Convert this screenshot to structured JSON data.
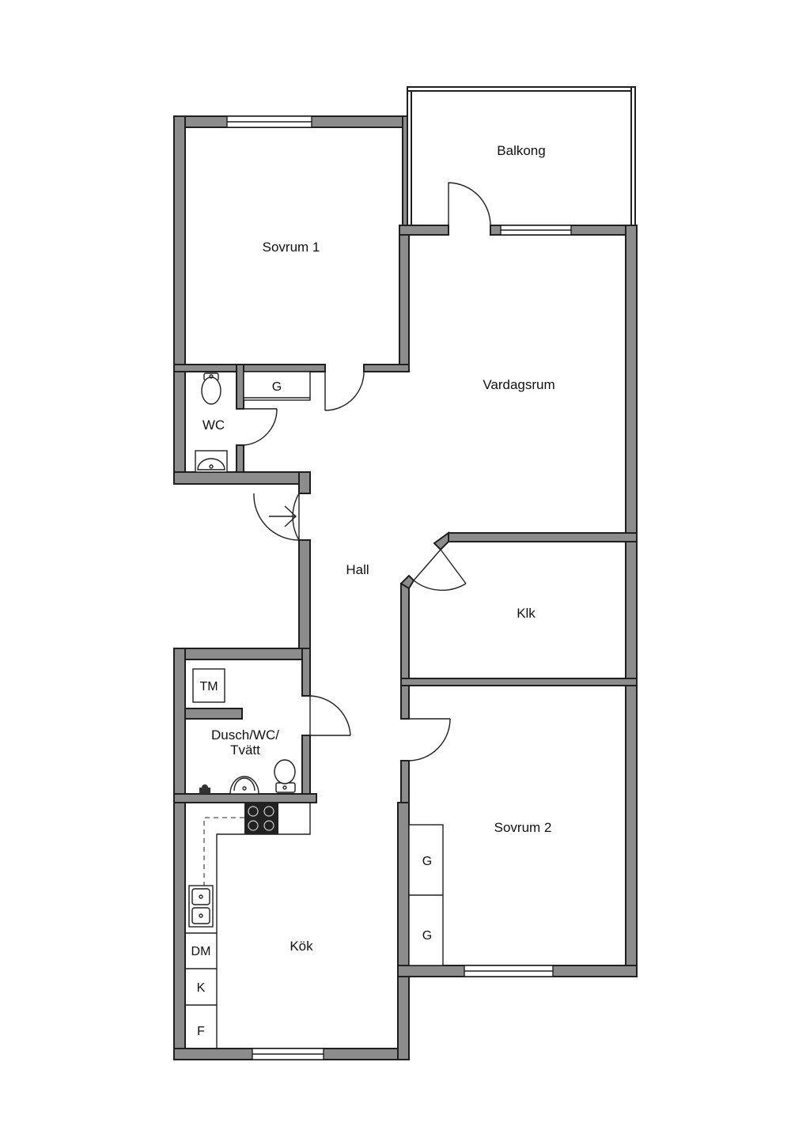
{
  "rooms": {
    "balkong": "Balkong",
    "sovrum1": "Sovrum 1",
    "vardagsrum": "Vardagsrum",
    "wc": "WC",
    "hall": "Hall",
    "klk": "Klk",
    "dusch_line1": "Dusch/WC/",
    "dusch_line2": "Tvätt",
    "sovrum2": "Sovrum 2",
    "kok": "Kök"
  },
  "fixtures": {
    "g_wc": "G",
    "tm": "TM",
    "g_sovrum2_top": "G",
    "g_sovrum2_bottom": "G",
    "dm": "DM",
    "k": "K",
    "f": "F"
  },
  "colors": {
    "wall": "#8c8c8c",
    "line": "#1f1f1f"
  }
}
